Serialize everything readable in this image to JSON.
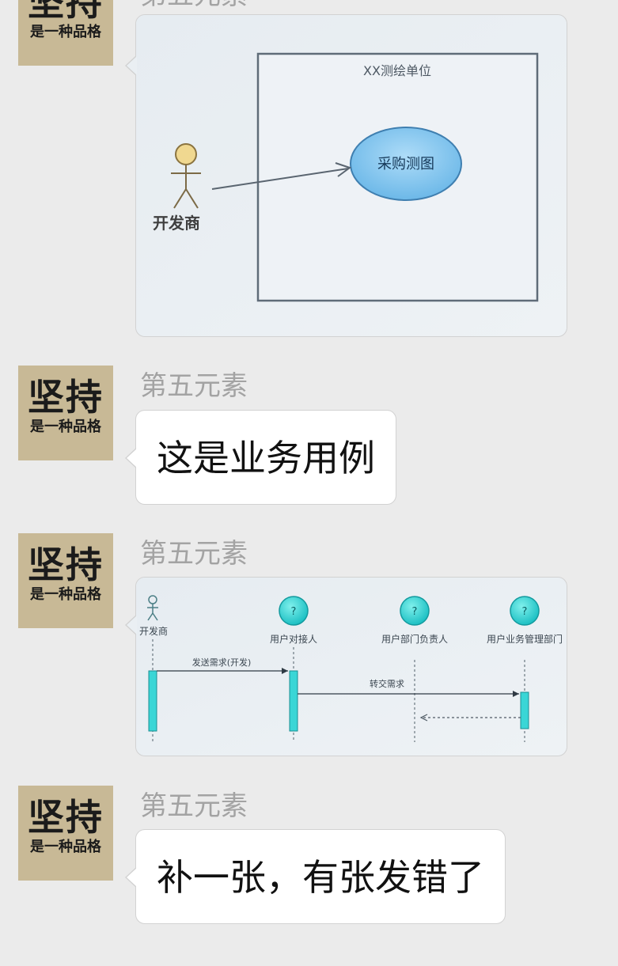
{
  "avatar": {
    "big_text": "坚持",
    "small_text": "是一种品格"
  },
  "sender_name": "第五元素",
  "messages": [
    {
      "type": "image",
      "diagram": "use-case",
      "system_label": "XX测绘单位",
      "actor_label": "开发商",
      "usecase_label": "采购测图"
    },
    {
      "type": "text",
      "content": "这是业务用例"
    },
    {
      "type": "image",
      "diagram": "sequence",
      "lifelines": [
        "开发商",
        "用户对接人",
        "用户部门负责人",
        "用户业务管理部门"
      ],
      "msg_1": "发送需求(开发)",
      "msg_2": "转交需求"
    },
    {
      "type": "text",
      "content": "补一张，有张发错了"
    }
  ],
  "colors": {
    "background": "#ebebeb",
    "bubble": "#ffffff",
    "sender_name": "#a3a3a3",
    "usecase_fill": "#7ec5ee",
    "lifeline_head": "#22d3d0",
    "activation": "#3ad6d6"
  }
}
